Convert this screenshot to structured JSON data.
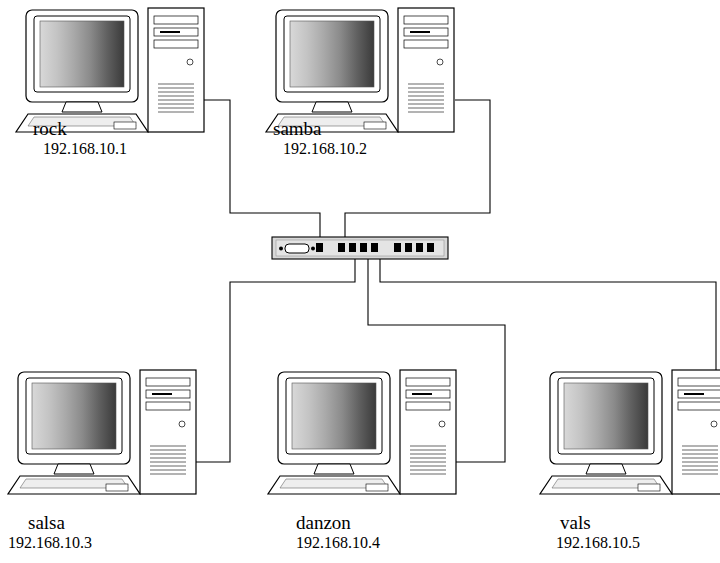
{
  "diagram": {
    "nodes": [
      {
        "text": [
          "rock",
          "192.168.10.1"
        ]
      },
      {
        "text": [
          "samba",
          "192.168.10.2"
        ]
      },
      {
        "text": [
          "salsa",
          "192.168.10.3"
        ]
      },
      {
        "text": [
          "danzon",
          "192.168.10.4"
        ]
      },
      {
        "text": [
          "vals",
          "192.168.10.5"
        ]
      }
    ]
  }
}
